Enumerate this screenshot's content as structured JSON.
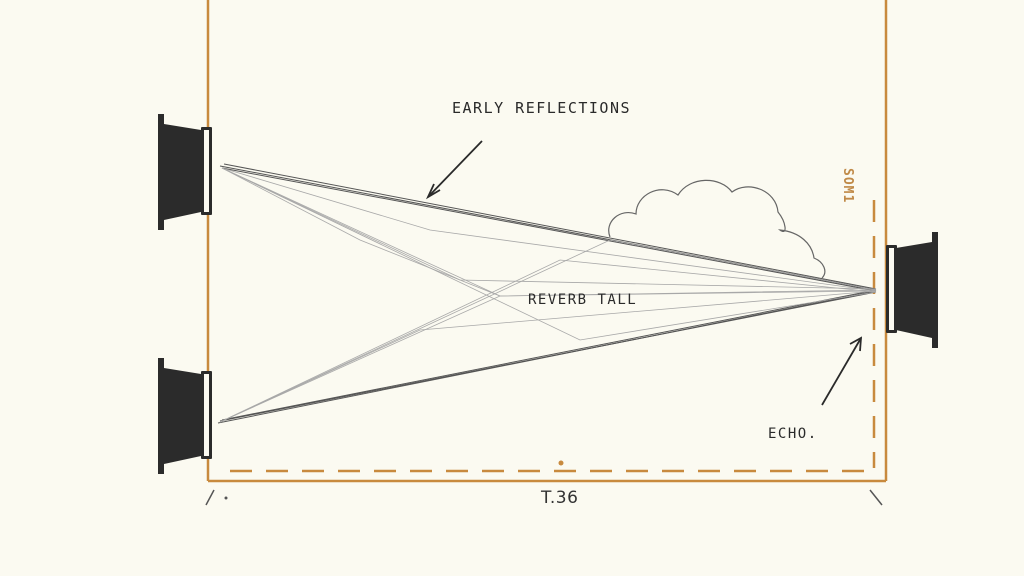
{
  "labels": {
    "early_reflections": "EARLY REFLECTIONS",
    "reverb_tail": "REVERB TALL",
    "echo": "ECHO.",
    "dimension": "T.36",
    "side_mark": "SOM1"
  },
  "colors": {
    "background": "#fbfaf1",
    "wall": "#c88a3e",
    "speaker": "#2b2b2b",
    "ray": "#8a8a8a",
    "text": "#2a2a2a"
  },
  "icons": [
    "speaker-icon",
    "cloud-icon",
    "arrow-icon"
  ]
}
